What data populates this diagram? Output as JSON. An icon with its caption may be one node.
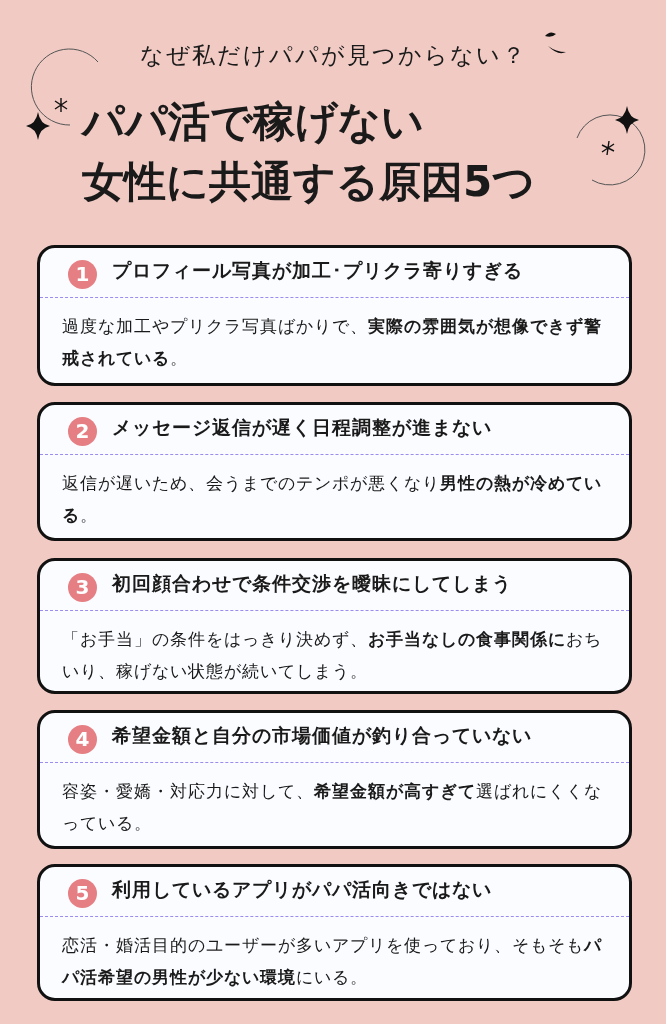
{
  "diagram": {
    "title": "パパ活で稼げない女性に共通する原因**5**つ",
    "nodes": [
      {
        "text": [
          "プロフィール写真が加工･プリクラ寄りすぎる",
          "過度な加工やプリクラ写真ばかりで、**実際の雰囲気が想像できず警戒されている**。"
        ]
      },
      {
        "text": [
          "1"
        ],
        "in": 0
      },
      {
        "text": [
          "メッセージ返信が遅く日程調整が進まない",
          "返信が遅いため、会うまでのテンポが悪くなり**男性の熱が冷めている**。"
        ]
      },
      {
        "text": [
          "2"
        ],
        "in": 2
      },
      {
        "text": [
          "初回顔合わせで条件交渉を曖昧にしてしまう",
          "「お手当」の条件をはっきり決めず、**お手当なしの食事関係に**おちいり、稼げない状態が続いてしまう。"
        ]
      },
      {
        "text": [
          "3"
        ],
        "in": 4
      },
      {
        "text": [
          "希望金額と自分の市場価値が釣り合っていない",
          "容姿・愛嬌・対応力に対して、**希望金額が高すぎて**選ばれにくくなっている。"
        ]
      },
      {
        "text": [
          "4"
        ],
        "in": 6
      },
      {
        "text": [
          "利用しているアプリがパパ活向きではない",
          "恋活・婚活目的のユーザーが多いアプリを使っており、そもそも**パパ活希望の男性が少ない環境**にいる。"
        ]
      },
      {
        "text": [
          "5"
        ],
        "in": 8
      }
    ],
    "labels": [
      "なぜ私だけパパが見つからない？"
    ]
  }
}
